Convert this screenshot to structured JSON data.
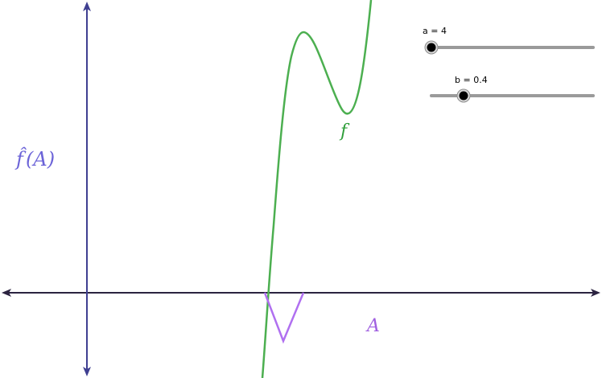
{
  "colors": {
    "axis_x": "#2b2340",
    "axis_y": "#3f3f91",
    "curve_f": "#4caf50",
    "curve_A": "#b070f0",
    "label_fA": "#6c64d8",
    "label_A": "#a060e0",
    "label_f": "#2f9e3a",
    "slider_track": "#9a9a9a",
    "slider_knob": "#000000",
    "slider_knob_ring": "#8c8c8c"
  },
  "labels": {
    "y_axis_hat": "f̂",
    "y_axis_arg": "(A)",
    "curve_f_label": "f",
    "curve_A_label": "A"
  },
  "sliders": [
    {
      "name": "a",
      "label": "a = 4",
      "value": 4
    },
    {
      "name": "b",
      "label": "b = 0.4",
      "value": 0.4
    }
  ],
  "icons": {
    "x_axis_arrows": "double-arrow-horizontal",
    "y_axis_arrows": "double-arrow-vertical",
    "slider_knob": "circle-knob"
  }
}
